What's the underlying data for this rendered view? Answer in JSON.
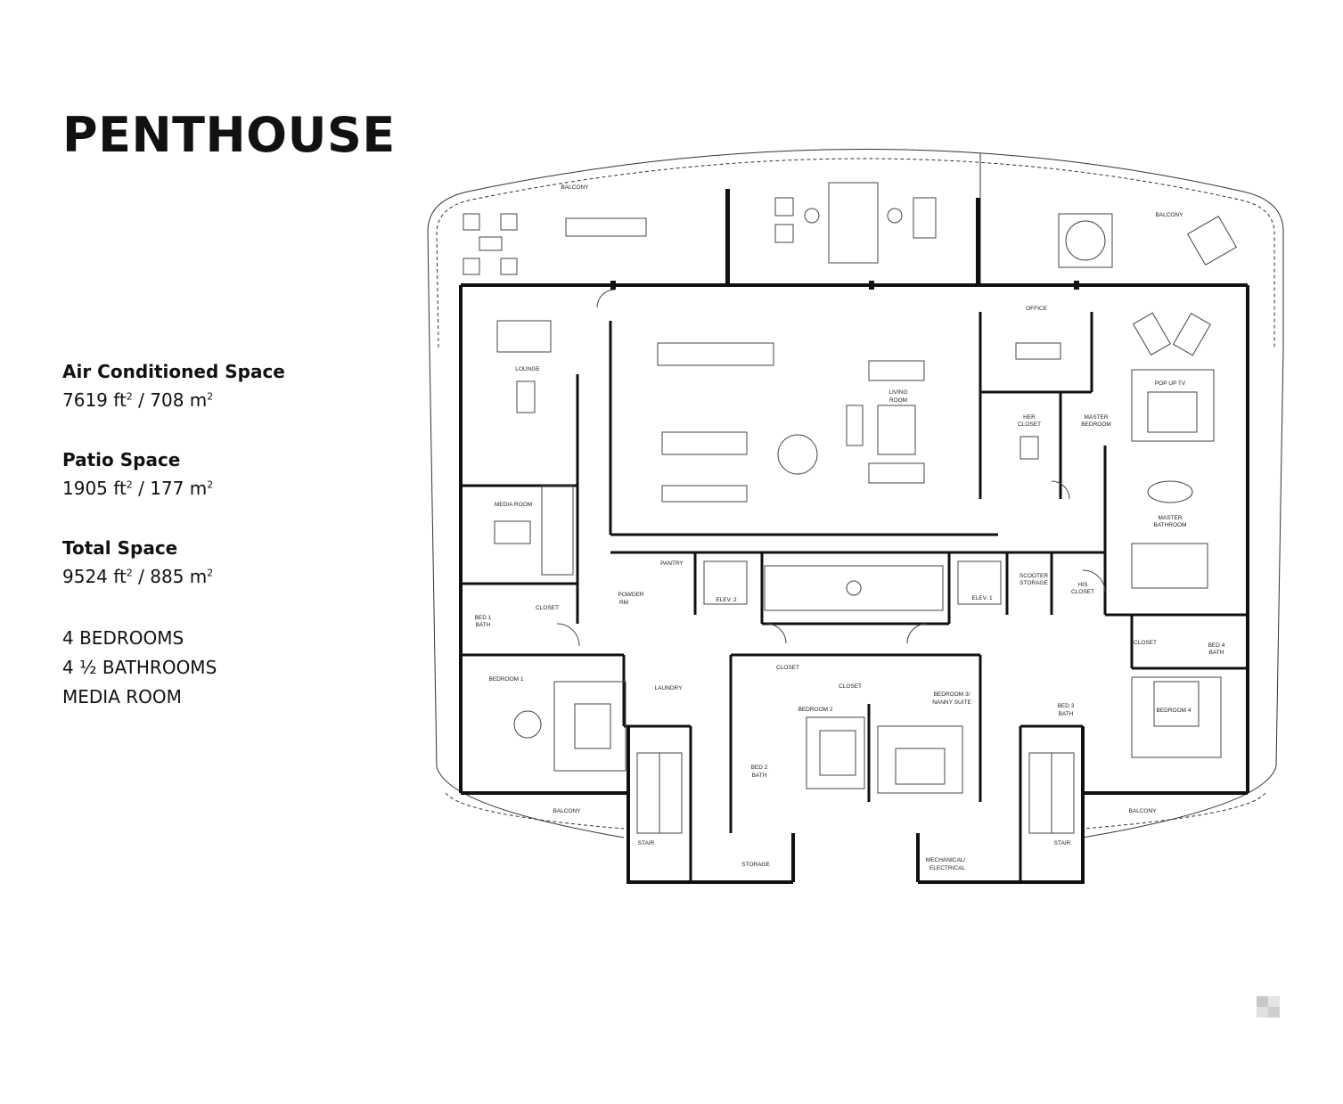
{
  "page": {
    "title": "PENTHOUSE"
  },
  "specs": {
    "air_conditioned": {
      "label": "Air Conditioned Space",
      "sqft": "7619",
      "sqm": "708"
    },
    "patio": {
      "label": "Patio Space",
      "sqft": "1905",
      "sqm": "177"
    },
    "total": {
      "label": "Total Space",
      "sqft": "9524",
      "sqm": "885"
    },
    "unit_imperial": "ft",
    "unit_metric": "m",
    "exponent": "2",
    "separator": " / "
  },
  "features": [
    "4 BEDROOMS",
    "4 ½ BATHROOMS",
    "MEDIA ROOM"
  ],
  "plan": {
    "rooms": {
      "balcony_top_left": "BALCONY",
      "balcony_top_right": "BALCONY",
      "balcony_bottom_left": "BALCONY",
      "balcony_bottom_right": "BALCONY",
      "office": "OFFICE",
      "lounge": "LOUNGE",
      "living_room_1": "LIVING",
      "living_room_2": "ROOM",
      "her_closet_1": "HER",
      "her_closet_2": "CLOSET",
      "master_bedroom_1": "MASTER",
      "master_bedroom_2": "BEDROOM",
      "media_room": "MEDIA ROOM",
      "master_bathroom_1": "MASTER",
      "master_bathroom_2": "BATHROOM",
      "pantry": "PANTRY",
      "powder_rm_1": "POWDER",
      "powder_rm_2": "RM",
      "elev_2": "ELEV. 2",
      "elev_1": "ELEV. 1",
      "scooter_storage_1": "SCOOTER",
      "scooter_storage_2": "STORAGE",
      "his_closet_1": "HIS",
      "his_closet_2": "CLOSET",
      "bed1_bath_1": "BED 1",
      "bed1_bath_2": "BATH",
      "closet_bed1": "CLOSET",
      "closet_center": "CLOSET",
      "closet_bed3": "CLOSET",
      "closet_bed4": "CLOSET",
      "bed4_bath_1": "BED 4",
      "bed4_bath_2": "BATH",
      "laundry": "LAUNDRY",
      "bedroom_1": "BEDROOM 1",
      "bedroom_2": "BEDROOM 2",
      "bedroom_3_1": "BEDROOM 3/",
      "bedroom_3_2": "NANNY SUITE",
      "bed3_bath_1": "BED 3",
      "bed3_bath_2": "BATH",
      "bedroom_4": "BEDROOM 4",
      "bed2_bath_1": "BED 2",
      "bed2_bath_2": "BATH",
      "stair_left": "STAIR",
      "stair_right": "STAIR",
      "storage": "STORAGE",
      "mechanical_1": "MECHANICAL/",
      "mechanical_2": "ELECTRICAL",
      "pop_up_tv": "POP UP TV"
    }
  }
}
